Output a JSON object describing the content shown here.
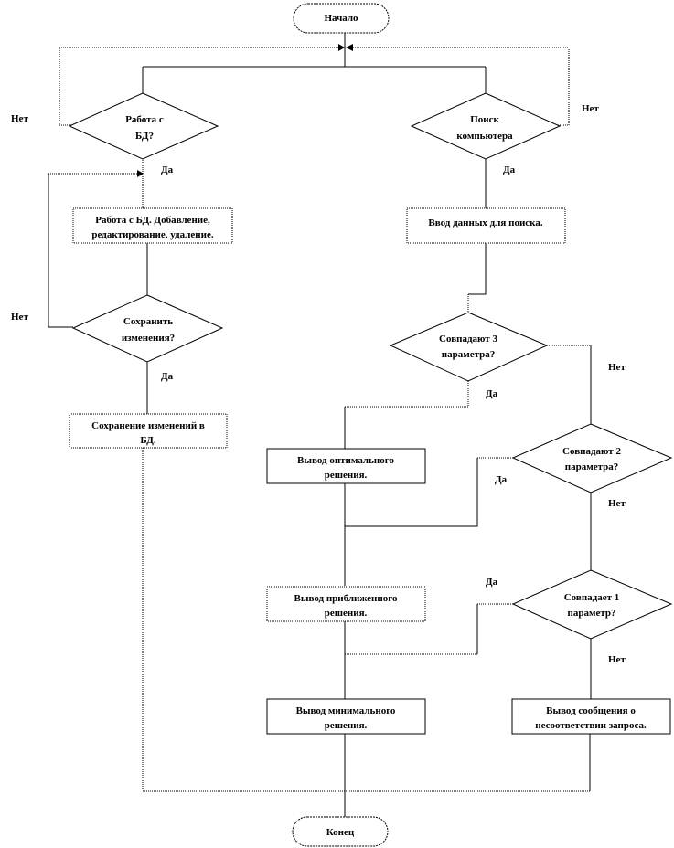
{
  "diagram": {
    "start": "Начало",
    "end": "Конец",
    "decisions": {
      "work_db": [
        "Работа с",
        "БД?"
      ],
      "search_pc": [
        "Поиск",
        "компьютера"
      ],
      "save_changes": [
        "Сохранить",
        "изменения?"
      ],
      "match3": [
        "Совпадают 3",
        "параметра?"
      ],
      "match2": [
        "Совпадают 2",
        "параметра?"
      ],
      "match1": [
        "Совпадает 1",
        "параметр?"
      ]
    },
    "processes": {
      "db_edit": [
        "Работа с БД. Добавление,",
        "редактирование, удаление."
      ],
      "input_search": [
        "Ввод данных для поиска."
      ],
      "save_db": [
        "Сохранение изменений в",
        "БД."
      ],
      "optimal": [
        "Вывод оптимального",
        "решения."
      ],
      "approx": [
        "Вывод приближенного",
        "решения."
      ],
      "minimal": [
        "Вывод минимального",
        "решения."
      ],
      "no_match": [
        "Вывод сообщения о",
        "несоответствии запроса."
      ]
    },
    "labels": {
      "yes": "Да",
      "no": "Нет"
    }
  }
}
